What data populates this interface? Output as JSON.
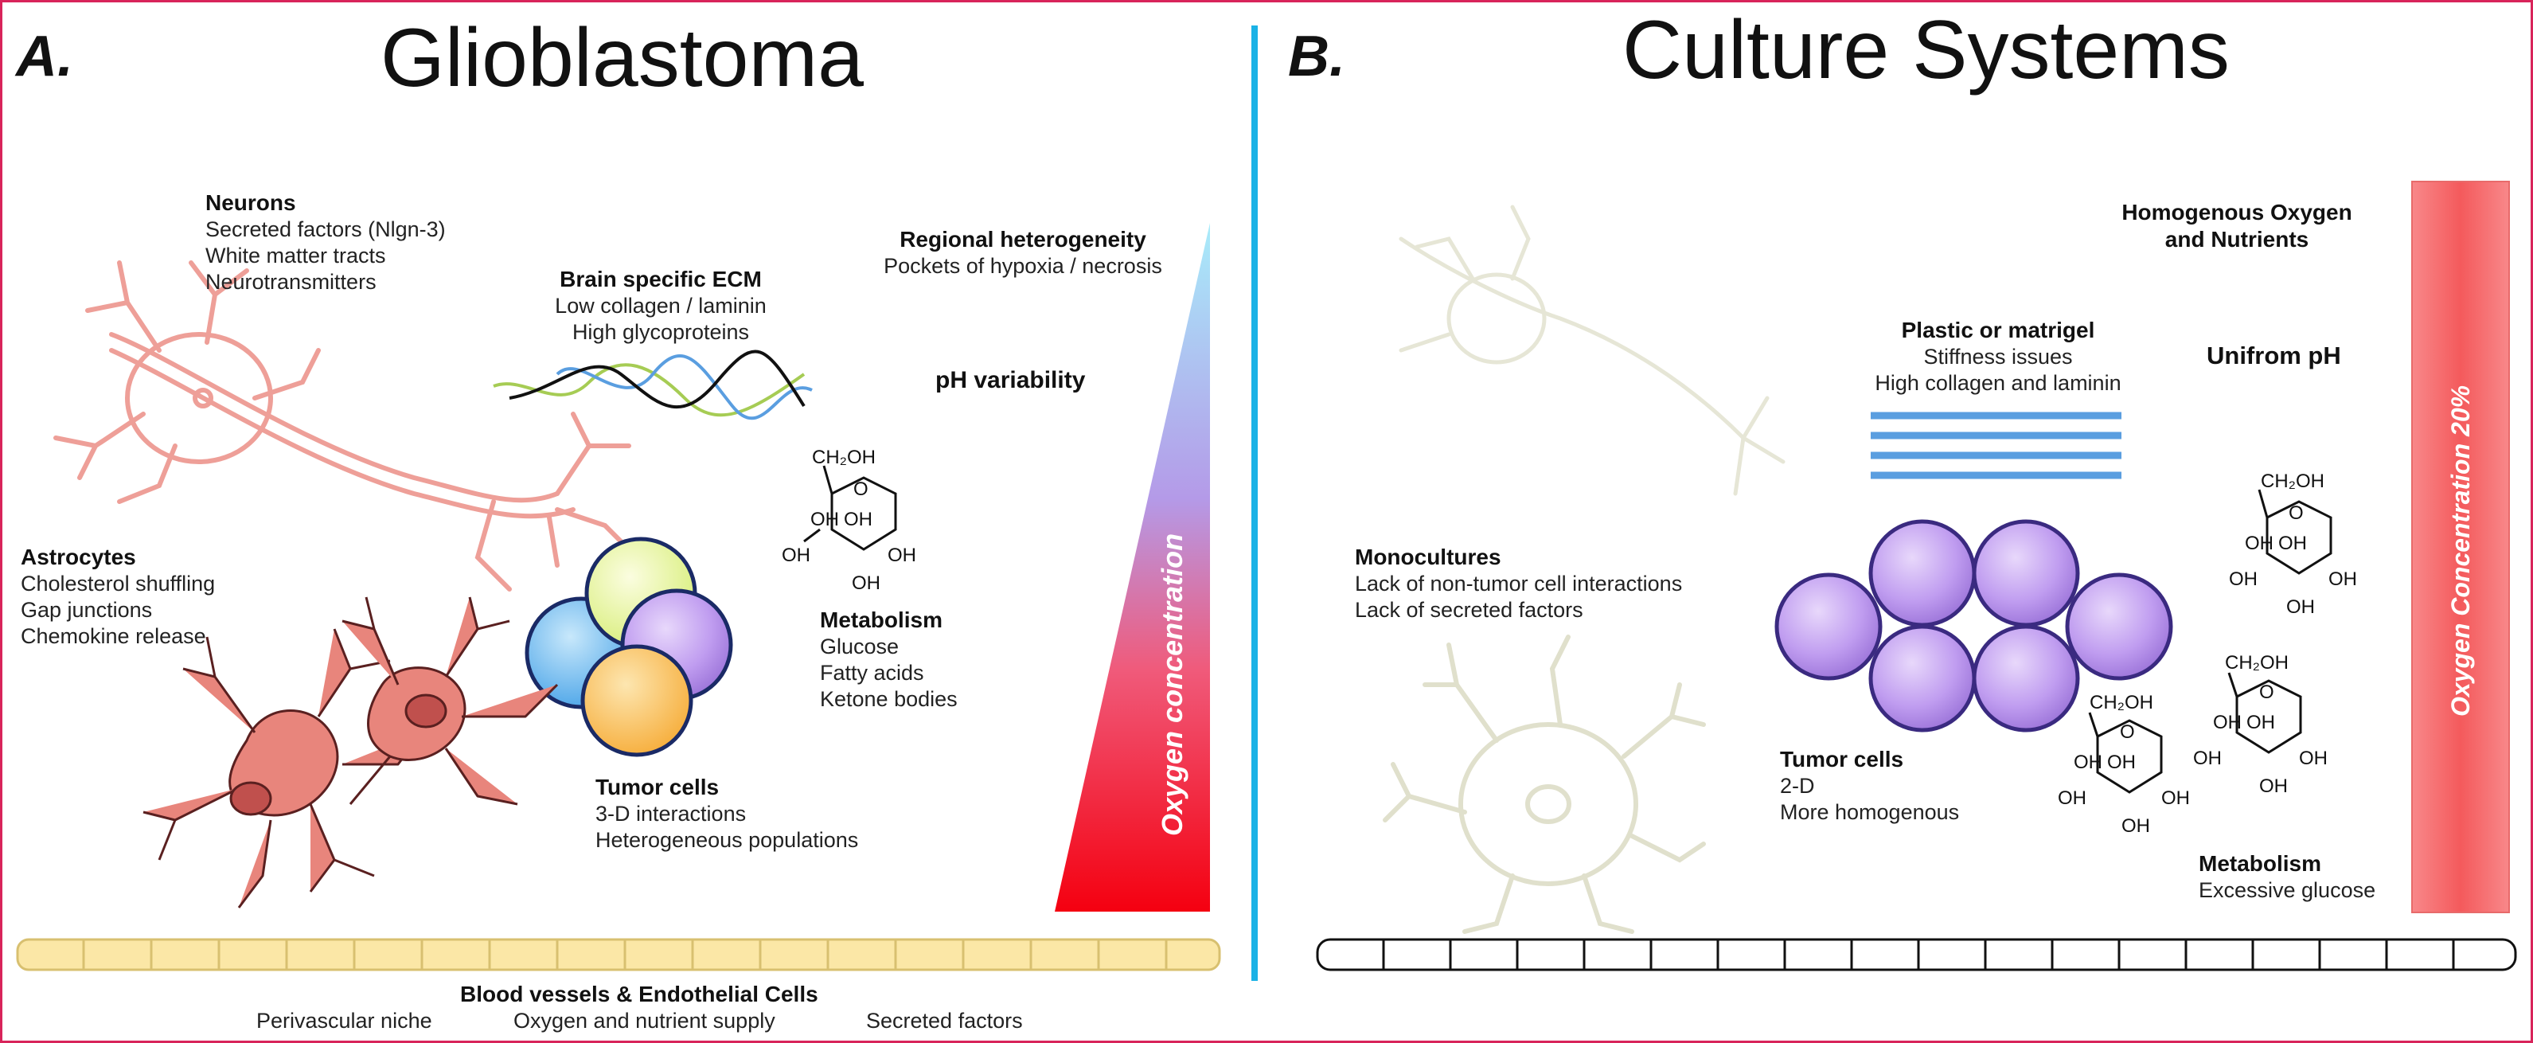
{
  "panel_a": {
    "letter": "A.",
    "title": "Glioblastoma",
    "neurons": {
      "title": "Neurons",
      "lines": [
        "Secreted factors (Nlgn-3)",
        "White matter tracts",
        "Neurotransmitters"
      ]
    },
    "ecm": {
      "title": "Brain specific ECM",
      "lines": [
        "Low  collagen / laminin",
        "High glycoproteins"
      ]
    },
    "regional": {
      "title": "Regional heterogeneity",
      "lines": [
        "Pockets of hypoxia / necrosis"
      ]
    },
    "ph": {
      "title": "pH variability"
    },
    "astrocytes": {
      "title": "Astrocytes",
      "lines": [
        "Cholesterol shuffling",
        "Gap junctions",
        "Chemokine release"
      ]
    },
    "metabolism": {
      "title": "Metabolism",
      "lines": [
        "Glucose",
        "Fatty acids",
        "Ketone bodies"
      ]
    },
    "tumor": {
      "title": "Tumor cells",
      "lines": [
        "3-D interactions",
        "Heterogeneous populations"
      ]
    },
    "oxygen_label": "Oxygen concentration",
    "blood": {
      "title": "Blood vessels & Endothelial Cells",
      "items": [
        "Perivascular niche",
        "Oxygen and nutrient supply",
        "Secreted factors"
      ]
    }
  },
  "panel_b": {
    "letter": "B.",
    "title": "Culture Systems",
    "homogenous": {
      "lines": [
        "Homogenous Oxygen",
        "and Nutrients"
      ]
    },
    "plastic": {
      "title": "Plastic or matrigel",
      "lines": [
        "Stiffness issues",
        "High collagen and laminin"
      ]
    },
    "ph": {
      "title": "Unifrom pH"
    },
    "monocultures": {
      "title": "Monocultures",
      "lines": [
        "Lack of non-tumor cell interactions",
        "Lack of secreted factors"
      ]
    },
    "tumor": {
      "title": "Tumor cells",
      "lines": [
        "2-D",
        "More homogenous"
      ]
    },
    "metabolism": {
      "title": "Metabolism",
      "lines": [
        "Excessive glucose"
      ]
    },
    "oxygen_label": "Oxygen Concentration 20%"
  },
  "glucose_labels": {
    "ch2oh": "CH₂OH",
    "oh": "OH",
    "o": "O"
  },
  "colors": {
    "frame": "#d8245a",
    "divider": "#1bb2e6",
    "astrocyte": "#e8857c",
    "neuron": "#ee9f98",
    "vessel": "#fbe7a6",
    "culture_cell": "#b48ee0",
    "ecm_line": "#5a9ee0"
  }
}
